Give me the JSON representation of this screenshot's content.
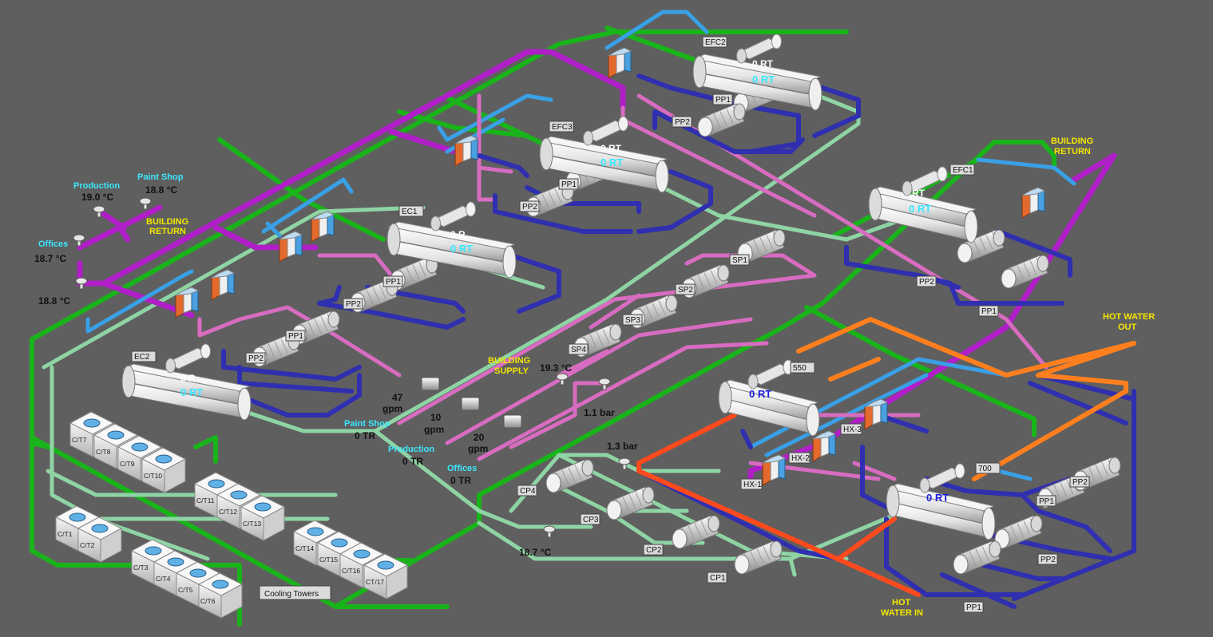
{
  "colors": {
    "background": "#5f5f5f",
    "condenser_pipe": "#19b419",
    "chilled_return_pipe": "#b01ec8",
    "chilled_supply_pipe": "#3aa0e6",
    "primary_pipe": "#2f2fb0",
    "secondary_pipe": "#d86cc0",
    "cooling_water_pipe": "#8fd4a4",
    "hot_water_out_pipe": "#ff7f1e",
    "hot_water_in_pipe": "#ff4a1e",
    "cyan_text": "#3ae8ff",
    "yellow_text": "#f2e600",
    "equipment": "#e8e8e8"
  },
  "chillers": [
    {
      "tag": "EFC2",
      "rt": "0 RT",
      "rt_ghost": "0 RT"
    },
    {
      "tag": "EFC3",
      "rt": "0 RT",
      "rt_ghost": "0 RT"
    },
    {
      "tag": "EFC1",
      "rt": "0 RT",
      "rt_ghost": "RT"
    },
    {
      "tag": "EC1",
      "rt": "0 RT",
      "rt_ghost": "0 R"
    },
    {
      "tag": "EC2",
      "rt": "0 RT",
      "rt_ghost": "0 R"
    },
    {
      "tag": "550",
      "rt": "0 RT"
    },
    {
      "tag": "700",
      "rt": "0 RT"
    }
  ],
  "pumps": {
    "pp1": "PP1",
    "pp2": "PP2",
    "sp1": "SP1",
    "sp2": "SP2",
    "sp3": "SP3",
    "sp4": "SP4",
    "cp1": "CP1",
    "cp2": "CP2",
    "cp3": "CP3",
    "cp4": "CP4"
  },
  "heat_exchangers": [
    "HX-1",
    "HX-2",
    "HX-3"
  ],
  "building_return_left": {
    "line1": "BUILDING",
    "line2": "RETURN"
  },
  "building_return_right": {
    "line1": "BUILDING",
    "line2": "RETURN"
  },
  "building_supply": {
    "line1": "BUILDING",
    "line2": "SUPPLY"
  },
  "hot_water_out": {
    "line1": "HOT WATER",
    "line2": "OUT"
  },
  "hot_water_in": {
    "line1": "HOT",
    "line2": "WATER IN"
  },
  "return_temps": {
    "production": {
      "label": "Production",
      "value": "19.0 °C"
    },
    "paint_shop": {
      "label": "Paint Shop",
      "value": "18.8 °C"
    },
    "offices": {
      "label": "Offices",
      "value": "18.7 °C"
    },
    "header": "18.8 °C"
  },
  "supply": {
    "temp": "19.3 °C",
    "pressure": "1.1 bar",
    "branches": [
      {
        "label": "Paint Shop",
        "tr": "0 TR",
        "flow_value": "47",
        "flow_unit": "gpm"
      },
      {
        "label": "Production",
        "tr": "0 TR",
        "flow_value": "10",
        "flow_unit": "gpm"
      },
      {
        "label": "Offices",
        "tr": "0 TR",
        "flow_value": "20",
        "flow_unit": "gpm"
      }
    ]
  },
  "condenser": {
    "pressure": "1.3 bar",
    "temp": "18.7 °C"
  },
  "cooling_towers": {
    "caption": "Cooling Towers",
    "units": [
      "C/T1",
      "C/T2",
      "C/T3",
      "C/T4",
      "C/T5",
      "C/T6",
      "C/T7",
      "C/T8",
      "C/T9",
      "C/T10",
      "C/T11",
      "C/T12",
      "C/T13",
      "C/T14",
      "C/T15",
      "C/T16",
      "CT/17"
    ]
  }
}
